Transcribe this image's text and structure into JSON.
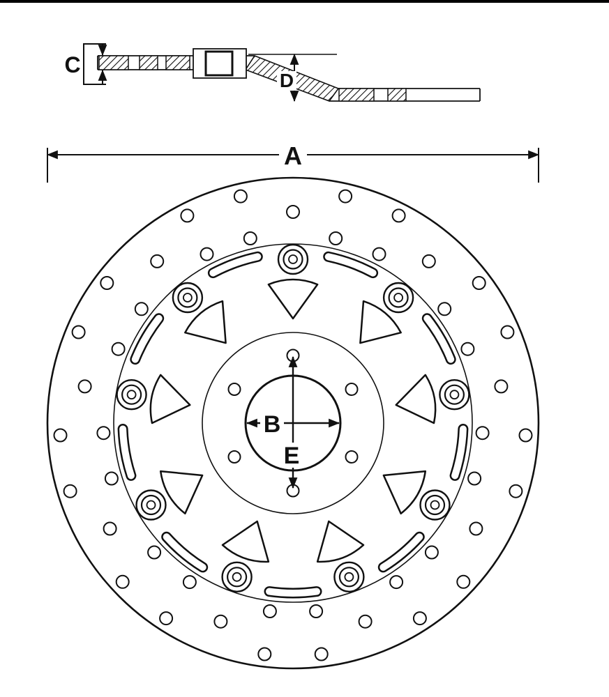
{
  "diagram": {
    "dimension_labels": {
      "overall_diameter": "A",
      "bore_diameter": "B",
      "thickness": "C",
      "offset_height": "D",
      "bolt_circle": "E"
    }
  },
  "geometry": {
    "rivet_count": 9,
    "hub_bolt_hole_count": 6,
    "drill_hole_clusters": 9,
    "holes_per_cluster": 5
  },
  "colors": {
    "line": "#111111",
    "background": "#ffffff"
  }
}
